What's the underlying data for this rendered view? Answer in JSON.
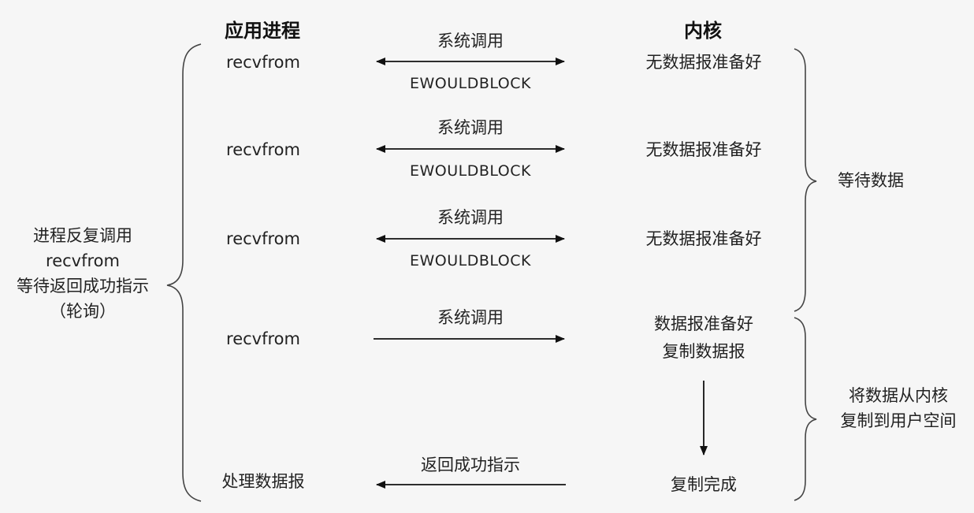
{
  "headers": {
    "app_process": "应用进程",
    "kernel": "内核"
  },
  "left_note": [
    "进程反复调用",
    "recvfrom",
    "等待返回成功指示",
    "（轮询）"
  ],
  "rows": [
    {
      "app": "recvfrom",
      "call": "系统调用",
      "reply": "EWOULDBLOCK",
      "kernel": [
        "无数据报准备好"
      ]
    },
    {
      "app": "recvfrom",
      "call": "系统调用",
      "reply": "EWOULDBLOCK",
      "kernel": [
        "无数据报准备好"
      ]
    },
    {
      "app": "recvfrom",
      "call": "系统调用",
      "reply": "EWOULDBLOCK",
      "kernel": [
        "无数据报准备好"
      ]
    },
    {
      "app": "recvfrom",
      "call": "系统调用",
      "kernel": [
        "数据报准备好",
        "复制数据报"
      ]
    }
  ],
  "final": {
    "app": "处理数据报",
    "label": "返回成功指示",
    "kernel": "复制完成"
  },
  "right_notes": {
    "wait": "等待数据",
    "copy": [
      "将数据从内核",
      "复制到用户空间"
    ]
  }
}
